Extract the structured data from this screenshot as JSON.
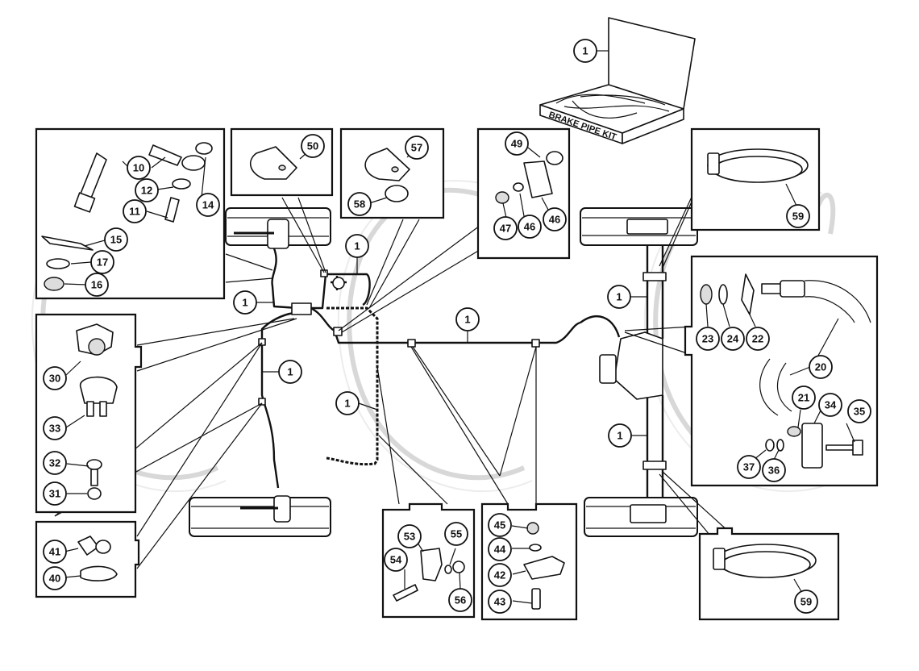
{
  "diagram": {
    "title": "Brake pipe layout – exploded parts diagram",
    "kit_label": "BRAKE PIPE KIT",
    "watermark": "CCC",
    "callouts": {
      "kit": "1",
      "p10": "10",
      "p11": "11",
      "p12": "12",
      "p14": "14",
      "p15": "15",
      "p16": "16",
      "p17": "17",
      "p50": "50",
      "p57": "57",
      "p58": "58",
      "p49": "49",
      "p46a": "46",
      "p46b": "46",
      "p47": "47",
      "p59top": "59",
      "p59bot": "59",
      "p23": "23",
      "p24": "24",
      "p22": "22",
      "p20": "20",
      "p21": "21",
      "p34": "34",
      "p35": "35",
      "p37": "37",
      "p36": "36",
      "p30": "30",
      "p33": "33",
      "p32": "32",
      "p31": "31",
      "p41": "41",
      "p40": "40",
      "p53": "53",
      "p54": "54",
      "p55": "55",
      "p56": "56",
      "p45": "45",
      "p44": "44",
      "p42": "42",
      "p43": "43",
      "pipe_a": "1",
      "pipe_b": "1",
      "pipe_c": "1",
      "pipe_d": "1",
      "pipe_e": "1",
      "pipe_f": "1",
      "pipe_g": "1"
    }
  }
}
